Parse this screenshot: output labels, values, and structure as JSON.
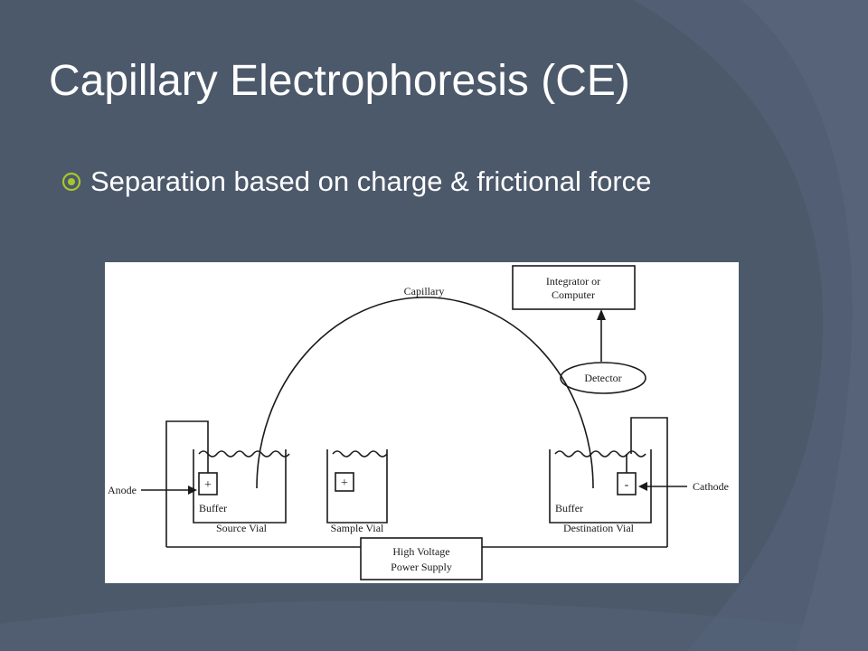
{
  "slide": {
    "title": "Capillary Electrophoresis (CE)",
    "bullet": "Separation based on charge & frictional force",
    "bullet_icon": "circled-dot-bullet-icon"
  },
  "diagram": {
    "capillary": "Capillary",
    "integrator_line1": "Integrator or",
    "integrator_line2": "Computer",
    "detector": "Detector",
    "anode": "Anode",
    "cathode": "Cathode",
    "buffer_left": "Buffer",
    "buffer_right": "Buffer",
    "source_vial": "Source Vial",
    "sample_vial": "Sample Vial",
    "destination_vial": "Destination Vial",
    "hv_line1": "High Voltage",
    "hv_line2": "Power Supply",
    "plus_left": "+",
    "plus_sample": "+",
    "minus_right": "-"
  },
  "colors": {
    "background": "#4c596b",
    "bullet_accent": "#a6c62c",
    "text": "#ffffff"
  }
}
